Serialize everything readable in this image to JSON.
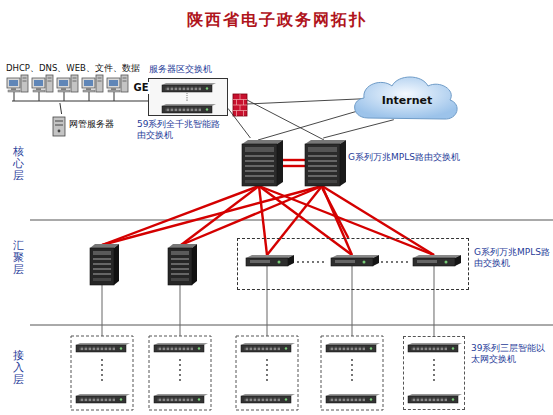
{
  "diagram": {
    "title": "陕西省电子政务网拓扑",
    "nodes": [
      {
        "text": [
          "DHCP、DNS、WEB、文件、数据"
        ]
      },
      {
        "text": [
          "网管服务器"
        ]
      },
      {
        "text": [
          "服务器区交换机",
          "59系列全千兆智能路由交换机"
        ]
      },
      {
        "text": [
          "Internet"
        ]
      },
      {
        "text": [
          "G系列万兆MPLS路由交换机"
        ]
      },
      {
        "text": [
          "G系列万兆MPLS路由交换机"
        ]
      },
      {
        "text": [
          "39系列三层智能以太网交换机"
        ]
      }
    ],
    "edges": [
      {
        "from": 0,
        "to": 2,
        "arrow": "none",
        "label": "GE"
      },
      {
        "from": 1,
        "to": 0,
        "arrow": "none"
      },
      {
        "from": 2,
        "to": 4,
        "arrow": "none"
      },
      {
        "from": 4,
        "to": 3,
        "arrow": "none"
      },
      {
        "from": 4,
        "to": 5,
        "arrow": "none"
      },
      {
        "from": 5,
        "to": 6,
        "arrow": "none"
      }
    ],
    "labels": [
      "核心层",
      "汇聚层",
      "接入层"
    ]
  }
}
